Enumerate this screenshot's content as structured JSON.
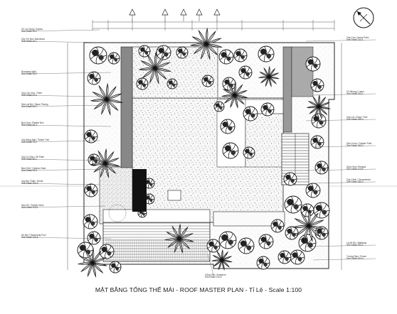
{
  "title": "MẶT BẰNG TỔNG THỂ  MÁI - ROOF MASTER PLAN - Tỉ Lệ  - Scale 1:100",
  "left_labels": [
    {
      "line1": "Cỏ Lá Gừng / Zoysia",
      "line2": "See Detail 1/L1"
    },
    {
      "line1": "Cây Tre Bụi / Bambusa",
      "line2": "See Detail 2/L1"
    },
    {
      "line1": "Boundary Wall",
      "line2": "See Detail 3/L2"
    },
    {
      "line1": "Cây Cau Vua - Palm",
      "line2": "See Detail 4/L3"
    },
    {
      "line1": "Sân Lát Đá / Stone Paving",
      "line2": "See Detail 5/L2"
    },
    {
      "line1": "Bồn Hoa / Planter Box",
      "line2": "See Detail 6/L3"
    },
    {
      "line1": "Cây Bóng Mát / Shade Tree",
      "line2": "See Detail 7/L2"
    },
    {
      "line1": "Cây Cọ Dầu / Oil Palm",
      "line2": "See Detail 8/L1"
    },
    {
      "line1": "Bàn Ghế / Outdoor Seat",
      "line2": "See Detail 9/L4"
    },
    {
      "line1": "Cây Bụi Thấp / Shrub",
      "line2": "See Detail 10/L3"
    },
    {
      "line1": "Sàn Gỗ / Timber Deck",
      "line2": "See Detail 11/L4"
    },
    {
      "line1": "Hồ Bơi / Swimming Pool",
      "line2": "See Detail 12/L5"
    }
  ],
  "right_labels": [
    {
      "line1": "Cây Cau / Areca Palm",
      "line2": "See Detail 13/L1"
    },
    {
      "line1": "Cỏ Nhung / Lawn",
      "line2": "See Detail 14/L1"
    },
    {
      "line1": "Cây Lộc Vừng / Tree",
      "line2": "See Detail 15/L2"
    },
    {
      "line1": "Sân Vườn / Garden Path",
      "line2": "See Detail 16/L2"
    },
    {
      "line1": "Giàn Hoa / Pergola",
      "line2": "See Detail 17/L4"
    },
    {
      "line1": "Cây Cảnh / Ornamental",
      "line2": "See Detail 18/L3"
    },
    {
      "line1": "Lối Đi Bộ / Walkway",
      "line2": "See Detail 19/L2"
    },
    {
      "line1": "Tường Rào / Fence",
      "line2": "See Detail 20/L3"
    }
  ],
  "bottom_labels": [
    {
      "line1": "Cổng Vào / Entrance",
      "line2": "See Detail 21/L5"
    }
  ],
  "compass": {
    "name": "north-arrow"
  }
}
